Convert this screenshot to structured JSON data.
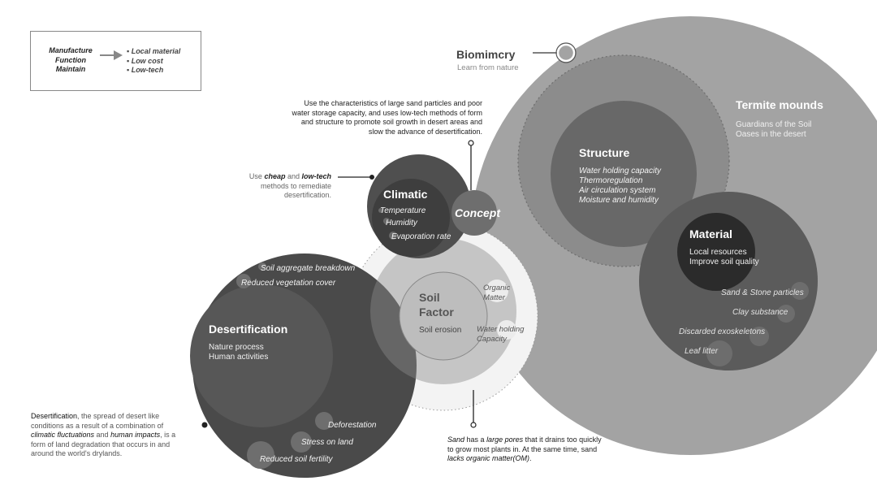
{
  "legend": {
    "left_items": [
      "Manufacture",
      "Function",
      "Maintain"
    ],
    "right_items": [
      "▪ Local material",
      "▪ Low cost",
      "▪ Low-tech"
    ]
  },
  "biomimcry": {
    "title": "Biomimcry",
    "subtitle": "Learn from nature"
  },
  "termite": {
    "title": "Termite mounds",
    "lines": [
      "Guardians of the Soil",
      "Oases in the desert"
    ]
  },
  "structure": {
    "title": "Structure",
    "items": [
      "Water holding capacity",
      "Thermoregulation",
      "Air circulation system",
      "Moisture and humidity"
    ]
  },
  "material": {
    "title": "Material",
    "lines": [
      "Local resources",
      "Improve soil quality"
    ],
    "items": [
      "Sand & Stone particles",
      "Clay substance",
      "Discarded exoskeletons",
      "Leaf litter"
    ]
  },
  "concept": {
    "label": "Concept"
  },
  "concept_note": "Use the characteristics of large sand particles and poor water storage capacity, and uses low-tech methods of form and structure to promote soil growth in desert areas and slow the advance of desertification.",
  "cheap_note": {
    "pre": "Use ",
    "k1": "cheap",
    "mid": " and ",
    "k2": "low-tech",
    "post": " methods to remediate desertification."
  },
  "climatic": {
    "title": "Climatic",
    "items": [
      "Temperature",
      "Humidity",
      "Evaporation rate"
    ]
  },
  "soil": {
    "title_line1": "Soil",
    "title_line2": "Factor",
    "sub": "Soil erosion",
    "organic": "Organic Matter",
    "water": "Water holding Capacity"
  },
  "desertification": {
    "title": "Desertification",
    "lines": [
      "Nature process",
      "Human activities"
    ],
    "top_items": [
      "Soil aggregate breakdown",
      "Reduced vegetation cover"
    ],
    "bottom_items": [
      "Deforestation",
      "Stress on land",
      "Reduced soil fertility"
    ]
  },
  "desert_note": {
    "k1": "Desertification",
    "t1": ", the spread of desert like conditions as a result of a combination of ",
    "k2": "climatic fluctuations",
    "t2": " and ",
    "k3": "human impacts",
    "t3": ", is a form of land degradation that occurs in and around the world's drylands."
  },
  "sand_note": {
    "k1": "Sand",
    "t1": " has a ",
    "k2": "large pores",
    "t2": " that it drains too quickly to grow most plants in. At the same time, sand ",
    "k3": "lacks organic matter(OM)",
    "t3": "."
  },
  "colors": {
    "termite": "#a3a3a3",
    "structure_ring": "#8c8c8c",
    "structure": "#686868",
    "material": "#5b5b5b",
    "material_core": "#2b2b2b",
    "climatic": "#4f4f4f",
    "desert": "#4a4a4a",
    "soil_ring": "#dcdcdc",
    "soil_core": "#bdbdbd"
  }
}
